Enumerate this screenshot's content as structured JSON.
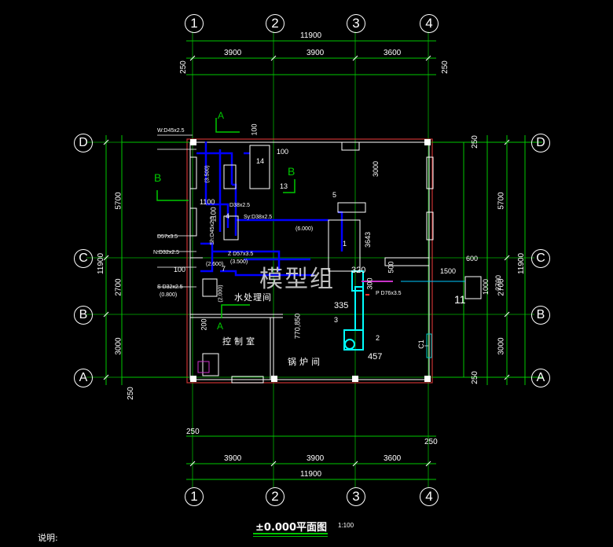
{
  "axes_x": [
    "1",
    "2",
    "3",
    "4"
  ],
  "axes_y": [
    "D",
    "C",
    "B",
    "A"
  ],
  "dims_top": {
    "total": "11900",
    "bays": [
      "3900",
      "3900",
      "3600"
    ],
    "left": "250",
    "right": "250"
  },
  "dims_bottom": {
    "total": "11900",
    "bays": [
      "3900",
      "3900",
      "3600"
    ],
    "left": "250",
    "right": "250"
  },
  "dims_left": {
    "total": "11900",
    "bays": [
      "5700",
      "2700",
      "3000"
    ],
    "top": "",
    "bottom": "250"
  },
  "dims_right": {
    "total": "11900",
    "bays": [
      "5700",
      "2700",
      "3000"
    ],
    "top": "250",
    "bottom": "250"
  },
  "rooms": {
    "water_room": "水处理间",
    "control_room": "控制室",
    "boiler_room": "锅炉间"
  },
  "section_marks": [
    "A",
    "B",
    "B",
    "A"
  ],
  "equipment": [
    "14",
    "13",
    "5",
    "1",
    "11",
    "4",
    "7",
    "2",
    "3"
  ],
  "pipe_labels": {
    "w_d45": "W:D45x2.5",
    "d38": "D38x2.5",
    "sy_d38": "Sy:D38x2.5",
    "sh_d45": "Sh:D45x2.5",
    "d57": "D57x3.5",
    "n_d32": "N:D32x2.5",
    "z_d57": "Z D57x3.5",
    "s_d32": "S D32x2.5",
    "p_d76": "P D76x3.5",
    "elev_3500": "(3.500)",
    "elev_6000": "(6.000)",
    "elev_2600": "(2.600)",
    "elev_0800": "(0.800)",
    "elev_2000": "(2.000)"
  },
  "misc_dims": [
    "1100",
    "1100",
    "100",
    "100",
    "3000",
    "3643",
    "600",
    "1500",
    "2700",
    "1000",
    "200",
    "320",
    "500",
    "300",
    "335",
    "770,850",
    "457",
    "C1",
    "100"
  ],
  "watermark": "模型组",
  "title": "±0.000平面图",
  "scale": "1:100",
  "note": "说明:"
}
